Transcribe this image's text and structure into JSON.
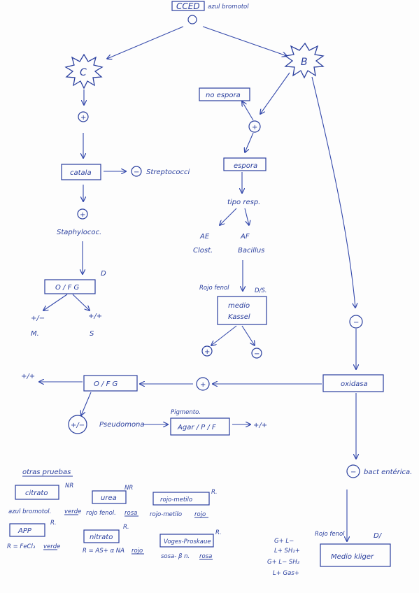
{
  "top": {
    "title": "CCED",
    "reagent": "azul bromotol",
    "result": "O"
  },
  "nodes": {
    "c_star": "C",
    "b_star": "B",
    "c_plus": "+",
    "catalase": "catala",
    "catalase_neg": "−",
    "streptococci": "Streptococci",
    "staph_plus": "+",
    "staphylococci": "Staphylococ.",
    "ofg_d_mark": "D",
    "ofg_left": "O / F G",
    "ofg_l_pm": "+/−",
    "ofg_l_pp": "+/+",
    "ofg_l_m": "M.",
    "ofg_l_s": "S",
    "no_espora": "no espora",
    "b_plus": "+",
    "espora": "espora",
    "tipo_resp": "tipo resp.",
    "ae": "AE",
    "af": "AF",
    "clost": "Clost.",
    "bacillus": "Bacillus",
    "rojo_fenol_1": "Rojo fenol",
    "ds": "D/S.",
    "medio_kassel_1": "medio",
    "medio_kassel_2": "Kassel",
    "mk_plus": "+",
    "mk_minus": "−",
    "b_minus": "−",
    "oxidasa": "oxidasa",
    "ox_plus": "+",
    "ofg_right": "O / F G",
    "ofg_r_pp": "+/+",
    "pm_circle": "+/−",
    "pseudomonas": "Pseudomona",
    "pigmento": "Pigmento.",
    "agar_pf": "Agar / P / F",
    "agar_pp": "+/+",
    "ox_minus": "−",
    "bact_enterica": "bact entérica.",
    "rojo_fenol_2": "Rojo fenol",
    "d_slash": "D/",
    "medio_kliger": "Medio kliger",
    "kl_1": "G+ L−",
    "kl_2": "L+ SH₂+",
    "kl_3": "G+ L− SH₂",
    "kl_4": "L+ Gas+"
  },
  "otras": {
    "heading": "otras pruebas",
    "citrato": "citrato",
    "citrato_nr": "NR",
    "citrato_note_a": "azul bromotol.",
    "citrato_note_b": "verde",
    "urea": "urea",
    "urea_nr": "NR",
    "urea_note_a": "rojo fenol.",
    "urea_note_b": "rosa",
    "rojo_metilo": "rojo-metilo",
    "rojo_metilo_r": "R.",
    "rojo_metilo_note_a": "rojo-metilo",
    "rojo_metilo_note_b": "rojo",
    "app": "APP",
    "app_r": "R.",
    "app_note_a": "R = FeCl₃",
    "app_note_b": "verde",
    "nitrato": "nitrato",
    "nitrato_r": "R.",
    "nitrato_note_a": "R = AS+ α NA",
    "nitrato_note_b": "rojo",
    "voges": "Voges-Proskaue",
    "voges_r": "R.",
    "voges_note_a": "sosa- β n.",
    "voges_note_b": "rosa"
  }
}
